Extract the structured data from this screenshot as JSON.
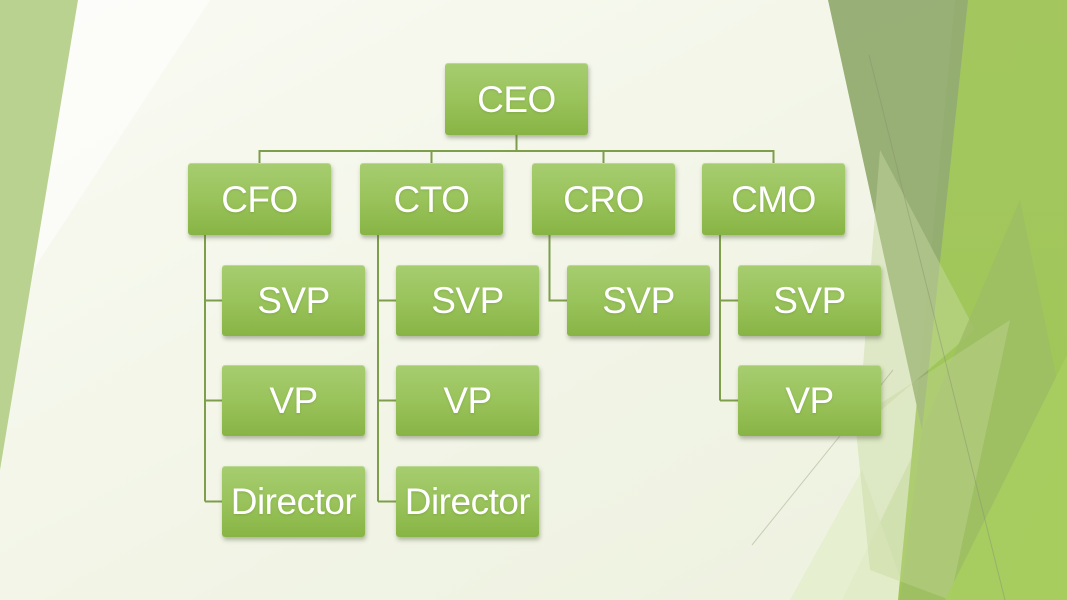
{
  "slide": {
    "type": "org-chart-slide",
    "theme": "facet-green"
  },
  "org_chart": {
    "root": "CEO",
    "branches": [
      {
        "head": "CFO",
        "children": [
          "SVP",
          "VP",
          "Director"
        ]
      },
      {
        "head": "CTO",
        "children": [
          "SVP",
          "VP",
          "Director"
        ]
      },
      {
        "head": "CRO",
        "children": [
          "SVP"
        ]
      },
      {
        "head": "CMO",
        "children": [
          "SVP",
          "VP"
        ]
      }
    ]
  },
  "colors": {
    "node_gradient_top": "#a6cd70",
    "node_gradient_bottom": "#88b445",
    "node_text": "#ffffff",
    "connector": "#7e9e4b",
    "background_ivory": "#f2f5e7",
    "background_left_wedge": "#b9d290",
    "background_sage": "#94ac71",
    "background_bright_green": "#a5ca61"
  }
}
